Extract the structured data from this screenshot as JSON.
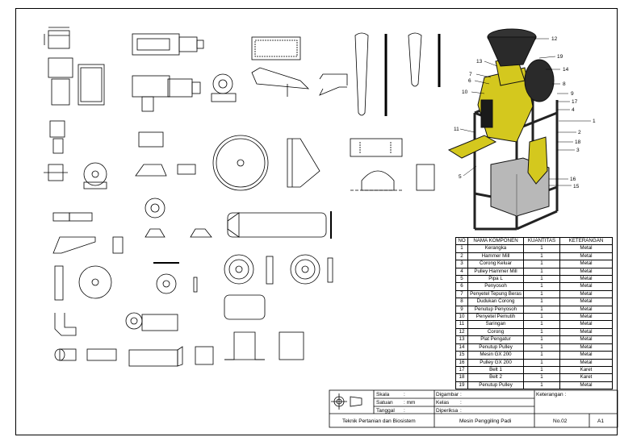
{
  "title_block": {
    "skala_label": "Skala",
    "skala_value": ":",
    "satuan_label": "Satuan",
    "satuan_value": ": mm",
    "tanggal_label": "Tanggal",
    "tanggal_value": ":",
    "digambar_label": "Digambar",
    "digambar_value": ":",
    "kelas_label": "Kelas",
    "kelas_value": ":",
    "diperiksa_label": "Diperiksa",
    "diperiksa_value": ":",
    "keterangan_label": "Keterangan :",
    "department": "Teknik Pertanian dan Biosistem",
    "drawing_title": "Mesin Penggiling Padi",
    "number": "No.02",
    "sheet_size": "A1"
  },
  "bom": {
    "headers": [
      "NO",
      "NAMA KOMPONEN",
      "KUANTITAS",
      "KETERANGAN"
    ],
    "rows": [
      [
        "1",
        "Kerangka",
        "1",
        "Metal"
      ],
      [
        "2",
        "Hammer Mill",
        "1",
        "Metal"
      ],
      [
        "3",
        "Corong Keluar",
        "1",
        "Metal"
      ],
      [
        "4",
        "Pulley Hammer Mill",
        "1",
        "Metal"
      ],
      [
        "5",
        "Pipa L",
        "1",
        "Metal"
      ],
      [
        "6",
        "Penyosoh",
        "1",
        "Metal"
      ],
      [
        "7",
        "Penyetel Tepung Beras",
        "1",
        "Metal"
      ],
      [
        "8",
        "Dudukan Corong",
        "1",
        "Metal"
      ],
      [
        "9",
        "Penutup Penyosoh",
        "1",
        "Metal"
      ],
      [
        "10",
        "Penyetel Pemutih",
        "1",
        "Metal"
      ],
      [
        "11",
        "Saringan",
        "1",
        "Metal"
      ],
      [
        "12",
        "Corong",
        "1",
        "Metal"
      ],
      [
        "13",
        "Plat Pengatur",
        "1",
        "Metal"
      ],
      [
        "14",
        "Penutup Pulley",
        "1",
        "Metal"
      ],
      [
        "15",
        "Mesin GX 200",
        "1",
        "Metal"
      ],
      [
        "16",
        "Pulley GX 200",
        "1",
        "Metal"
      ],
      [
        "17",
        "Belt 1",
        "1",
        "Karet"
      ],
      [
        "18",
        "Belt 2",
        "1",
        "Karet"
      ],
      [
        "19",
        "Penutup Pulley",
        "1",
        "Metal"
      ]
    ]
  },
  "balloons": [
    "12",
    "19",
    "13",
    "14",
    "7",
    "6",
    "8",
    "10",
    "9",
    "17",
    "4",
    "1",
    "2",
    "11",
    "18",
    "3",
    "5",
    "16",
    "15"
  ],
  "colors": {
    "machine": "#d4c81e",
    "frame": "#222222",
    "engine": "#b8b8b8"
  }
}
